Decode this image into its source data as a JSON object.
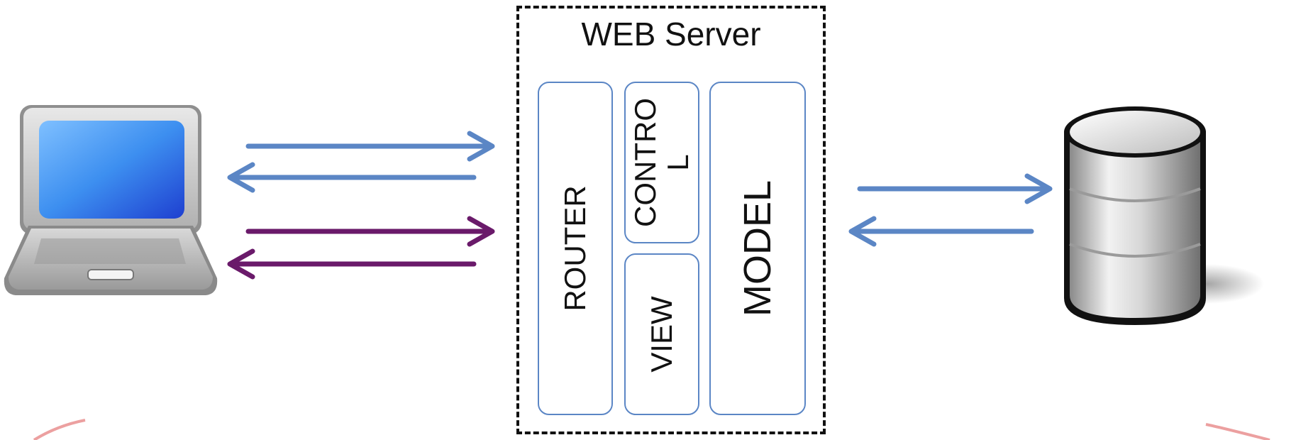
{
  "server": {
    "title": "WEB Server",
    "modules": {
      "router": "ROUTER",
      "control": "CONTRO\nL",
      "view": "VIEW",
      "model": "MODEL"
    }
  },
  "colors": {
    "request_arrow": "#5b86c5",
    "response_arrow": "#5b86c5",
    "secondary_arrow": "#6a1a6a",
    "module_border": "#5b86c5",
    "server_border": "#111111"
  },
  "icons": {
    "client": "laptop-icon",
    "storage": "database-icon"
  }
}
